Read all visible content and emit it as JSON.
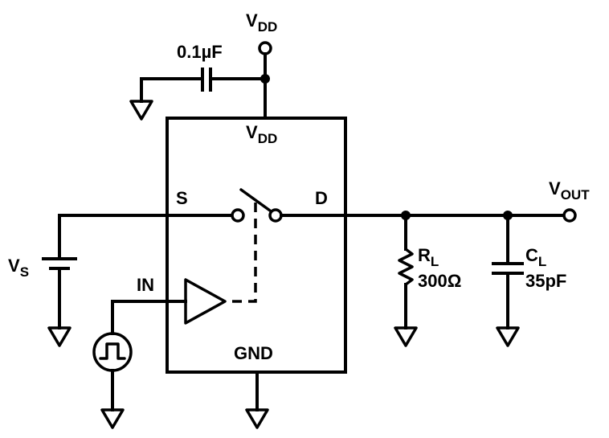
{
  "labels": {
    "vdd_top": {
      "main": "V",
      "sub": "DD"
    },
    "cap_decoupling": "0.1µF",
    "vdd_pin": {
      "main": "V",
      "sub": "DD"
    },
    "s_pin": "S",
    "d_pin": "D",
    "in_pin": "IN",
    "gnd_pin": "GND",
    "vs": {
      "main": "V",
      "sub": "S"
    },
    "vout": {
      "main": "V",
      "sub": "OUT"
    },
    "rl": {
      "main": "R",
      "sub": "L",
      "value": "300Ω"
    },
    "cl": {
      "main": "C",
      "sub": "L",
      "value": "35pF"
    }
  }
}
